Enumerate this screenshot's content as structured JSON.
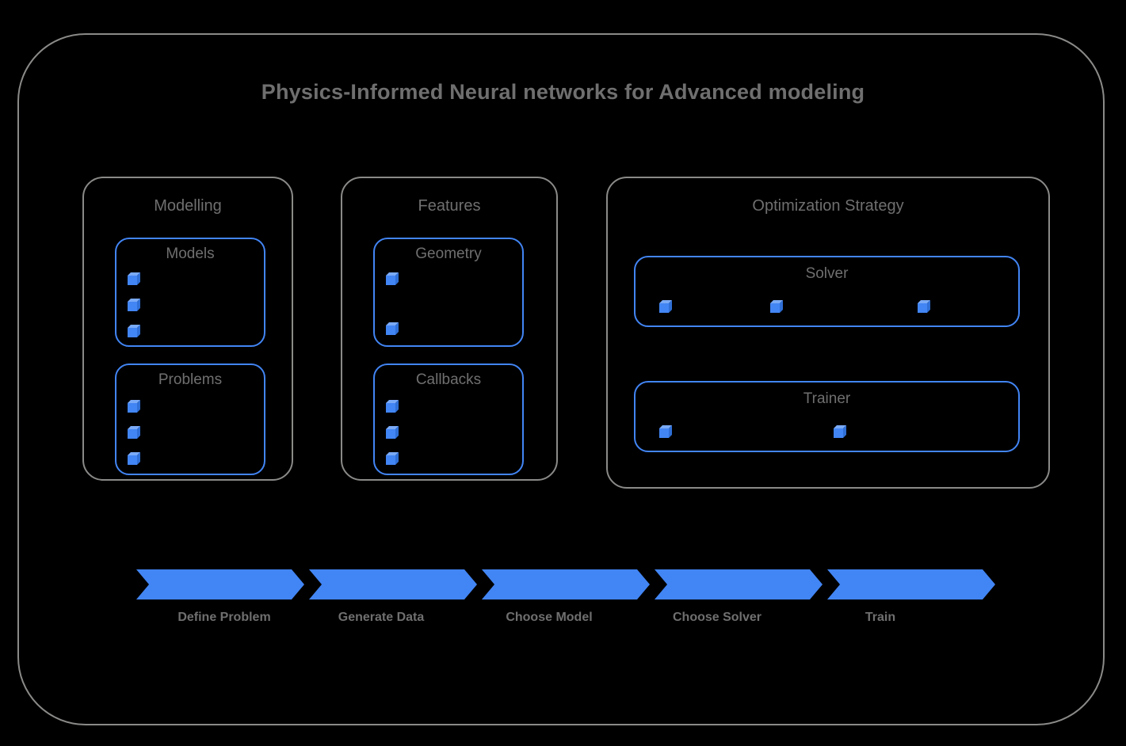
{
  "page": {
    "title": "Physics-Informed Neural networks for Advanced modeling",
    "background_color": "#000000",
    "frame_border_color": "#8a8a88",
    "text_color": "#6f6f6f",
    "accent_color": "#4285f4"
  },
  "groups": [
    {
      "id": "modelling",
      "title": "Modelling",
      "boxes": [
        {
          "id": "models",
          "title": "Models",
          "item_count": 3,
          "item_icon": "cube-icon"
        },
        {
          "id": "problems",
          "title": "Problems",
          "item_count": 3,
          "item_icon": "cube-icon"
        }
      ]
    },
    {
      "id": "features",
      "title": "Features",
      "boxes": [
        {
          "id": "geometry",
          "title": "Geometry",
          "item_count": 2,
          "item_icon": "cube-icon"
        },
        {
          "id": "callbacks",
          "title": "Callbacks",
          "item_count": 3,
          "item_icon": "cube-icon"
        }
      ]
    },
    {
      "id": "optimization",
      "title": "Optimization Strategy",
      "boxes": [
        {
          "id": "solver",
          "title": "Solver",
          "item_count": 3,
          "item_icon": "cube-icon"
        },
        {
          "id": "trainer",
          "title": "Trainer",
          "item_count": 2,
          "item_icon": "cube-icon"
        }
      ]
    }
  ],
  "pipeline": {
    "color": "#4285f4",
    "steps": [
      {
        "label": "Define Problem"
      },
      {
        "label": "Generate Data"
      },
      {
        "label": "Choose Model"
      },
      {
        "label": "Choose Solver"
      },
      {
        "label": "Train"
      }
    ]
  }
}
